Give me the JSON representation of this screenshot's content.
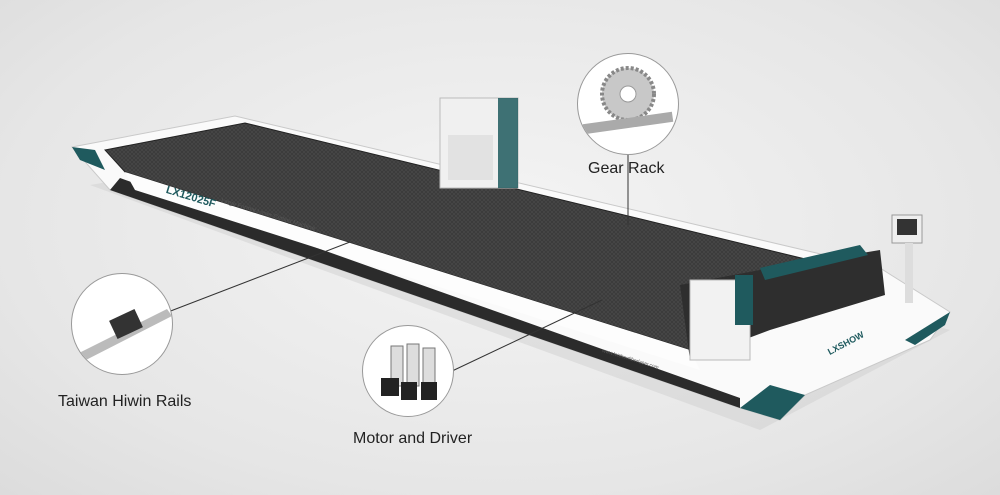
{
  "machine": {
    "model": "LX12025F",
    "subtitle": "Large Format Laser Cutting Machine",
    "website": "www.leishenfiberlaser.com",
    "brand_logo": "LXSHOW"
  },
  "callouts": [
    {
      "label": "Gear Rack",
      "icon": "gear-rack-icon"
    },
    {
      "label": "Taiwan Hiwin Rails",
      "icon": "linear-rail-icon"
    },
    {
      "label": "Motor and Driver",
      "icon": "servo-motor-icon"
    }
  ],
  "colors": {
    "accent": "#1f5a5e",
    "bed": "#3a3a3a",
    "frame": "#ffffff"
  }
}
